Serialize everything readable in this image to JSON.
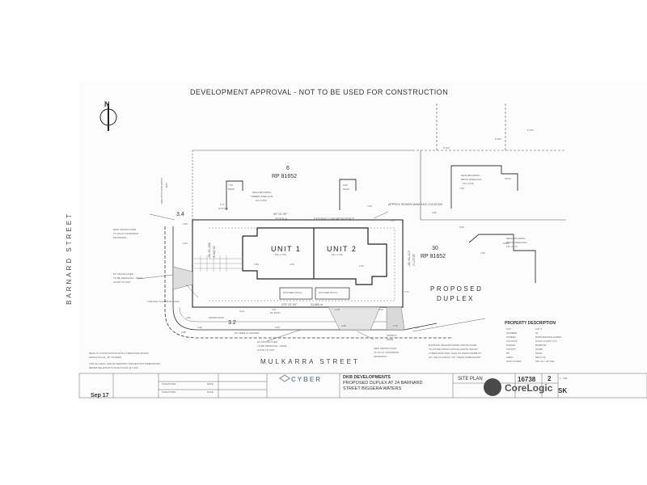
{
  "header": "DEVELOPMENT APPROVAL - NOT TO BE USED FOR CONSTRUCTION",
  "north": "N",
  "streets": {
    "barnard": "BARNARD STREET",
    "mulkarra": "MULKARRA STREET"
  },
  "lots": {
    "lot6_num": "6",
    "lot6_rp": "RP 81652",
    "lot30_num": "30",
    "lot30_rp": "RP 81652",
    "proposed_1": "PROPOSED",
    "proposed_2": "DUPLEX"
  },
  "units": {
    "u1": "UNIT 1",
    "u1_ffl": "FFL 3.700",
    "u2": "UNIT 2",
    "u2_ffl": "FFL 3.700"
  },
  "pools": {
    "p1": "(FUTURE POOL)",
    "p2": "(FUTURE POOL)"
  },
  "bearings": {
    "north": "90° 02' 00\"",
    "north_len": "33.928 m",
    "south": "270° 02' 00\"",
    "south_len": "31.865 m",
    "east": "179° 59' 50\"",
    "east_len": "18.227 m",
    "west": "359° 59' 50\"",
    "west_len": "16.250 m",
    "corner_a": "3.4",
    "corner_b": "3.2"
  },
  "notes": {
    "low_mesh": "EXISTING LOW MESH FENCE",
    "sewer": "APPROX SEWER MANHOLE LOCATION",
    "neigh_timber_1": "NEIGHBOURING",
    "neigh_timber_2": "TIMBER DWELLING",
    "neigh_timber_ffl": "FFL 4.250",
    "neigh_brick_1": "NEIGHBOURING",
    "neigh_brick_2": "BRICK DWELLING",
    "neigh_brick_ffl": "FFL 4.020",
    "neigh_brick2_1": "NEIGHBOURING",
    "neigh_brick2_2": "BRICK DWELLING",
    "neigh_brick2_ffl": "FFL 4.070",
    "crossover_n_1": "NEW CROSS-OVER",
    "crossover_n_2": "TO GCCC STANDARD",
    "crossover_n_3": "DRAWINGS",
    "demolish_w_1": "EX CROSS-OVER",
    "demolish_w_2": "TO BE DEMOLISH - MAKE",
    "demolish_w_3": "GOOD TO SUIT",
    "tsm": "TSM NAIL IN KERB RL 2.520",
    "water_main": "WATER MAIN",
    "kerb": "EX KERB & CHANNEL",
    "footpath": "EX PATH",
    "demolish_s_1": "EX CROSS-OVER",
    "demolish_s_2": "TO BE DEMOLISH - MAKE",
    "demolish_s_3": "GOOD TO SUIT",
    "crossover_s_1": "NEW CROSS-OVER",
    "crossover_s_2": "TO GCCC STANDARD",
    "crossover_s_3": "DRAWINGS",
    "neigh_cross_1": "EXISTING NEIGHBOURING CROSS-OVER",
    "neigh_cross_2": "\"PLOTTED FROM GOOGLE EARTH IMAGE\"",
    "neigh_cross_3": "CYBER DRAFTING TAKE NO RESPONSIBILITY",
    "neigh_cross_4": "OF THE ACCURACY OF THESE DIMENSIONS",
    "read_1": "READ IN CONJUNCTION WITH LANDSCAPE INTENT",
    "read_2": "DESIGN PLAN - BY OTHERS",
    "read_3": "FOR ALL WALL AND OUTERMOST PROJECTION DIMENSIONS",
    "read_4": "REFER RELEVANT FLOOR PLANS @ 1:100",
    "overhead_1": "OVERHEAD ELECTRIC",
    "overhead_2": "LINE",
    "approx_1": "APPROX",
    "approx_2": "20000"
  },
  "levels": {
    "gutter_1": "GUTTER",
    "peak_1": "PEAK",
    "peak_2": "PEAK",
    "v_gutter_1": "6.77",
    "v_peak_1": "7.50",
    "v_peak_2": "8.90",
    "v_gutter_2": "7.03",
    "v_gutter_tr": "6.190",
    "v_gutter_tr2": "5.700",
    "v_peak_r": "8.020",
    "v_peak_r2": "7.50",
    "v_2": "5.90",
    "v_3": "6.90",
    "v_peak_r3": "7.50",
    "v_peak_r4": "8.090",
    "l1": "3.00",
    "l2": "3.20",
    "l3": "3.36",
    "l4": "3.45",
    "l5": "3.34",
    "l6": "3.33",
    "l7": "2.84",
    "l8": "3.24",
    "l9": "3.27",
    "l10": "3.29",
    "l11": "3.09",
    "l12": "2.99",
    "l13": "2.93",
    "l14": "2.88",
    "l15": "3.10",
    "l16": "3.16",
    "l17": "2.88",
    "l18": "3.71"
  },
  "property_description": {
    "title": "PROPERTY DESCRIPTION",
    "rows": [
      [
        "LOT:",
        "LOT 5"
      ],
      [
        "NUMBER:",
        "24"
      ],
      [
        "STREET:",
        "BARNARD/MULKARRA"
      ],
      [
        "COUNCIL:",
        "GOLD COAST CITY"
      ],
      [
        "PARISH:",
        "BARROW"
      ],
      [
        "COUNTY:",
        "WARD"
      ],
      [
        "RP:",
        "81652"
      ],
      [
        "AREA:",
        "580.5 m2"
      ],
      [
        "SITE COVER:",
        "253 m2 = 46.79%"
      ]
    ]
  },
  "title_block": {
    "brand": "CYBER",
    "client": "DKB DEVELOPMENTS",
    "project_1": "PROPOSED DUPLEX AT 24 BARNARD",
    "project_2": "STREET BIGGERA WATERS",
    "drawing": "SITE PLAN",
    "job_no": "16738",
    "sheet_no": "2",
    "scale": "1 : 200",
    "rev": "SK",
    "date": "Sep 17",
    "signature_1": "SIGNATURE",
    "signature_2": "SIGNATURE",
    "date_lbl_1": "DATE",
    "date_lbl_2": "DATE"
  },
  "watermark": "CoreLogic"
}
